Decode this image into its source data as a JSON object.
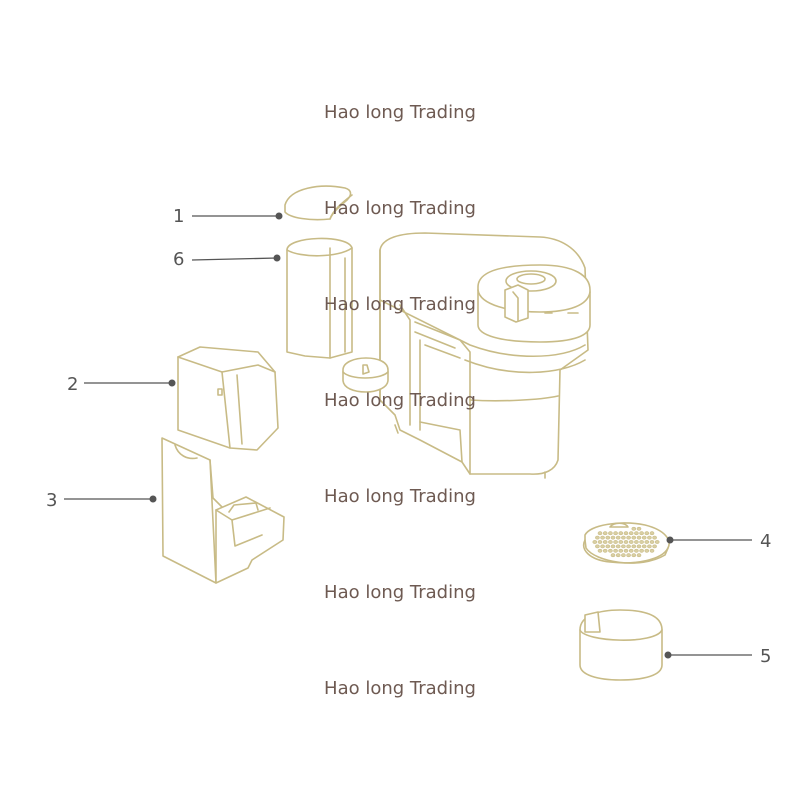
{
  "watermark": "Hao long Trading",
  "callouts": {
    "lid": "1",
    "water_tank": "6",
    "front_cover": "2",
    "drip_base": "3",
    "drip_grid": "4",
    "capsule_container": "5"
  },
  "colors": {
    "line_art": "#c8bb86",
    "callout": "#555555",
    "watermark": "#6e5a52"
  }
}
